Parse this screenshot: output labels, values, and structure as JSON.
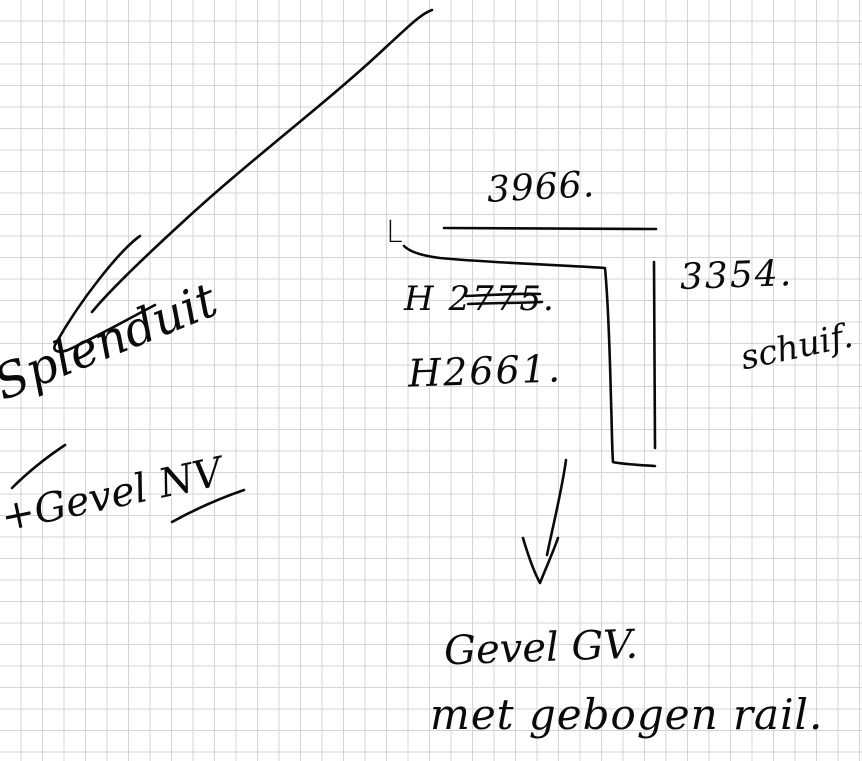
{
  "note": {
    "background": "grid-paper",
    "ink_color": "#0a0a0a",
    "grid_color": "#d4d4d4",
    "texts": {
      "dim_top": "3966.",
      "dim_right": "3354.",
      "corner_mark": "L",
      "code_struck": "H 2775.",
      "code": "H2661.",
      "side_label": "schuif.",
      "left_label": "Splenduit",
      "left_sub": "+Gevel NV",
      "bottom_label": "Gevel GV.",
      "bottom_sub": "met gebogen rail."
    },
    "icons": {
      "big_arrow": "arrow-down-left-icon",
      "down_arrow": "arrow-down-icon"
    }
  }
}
